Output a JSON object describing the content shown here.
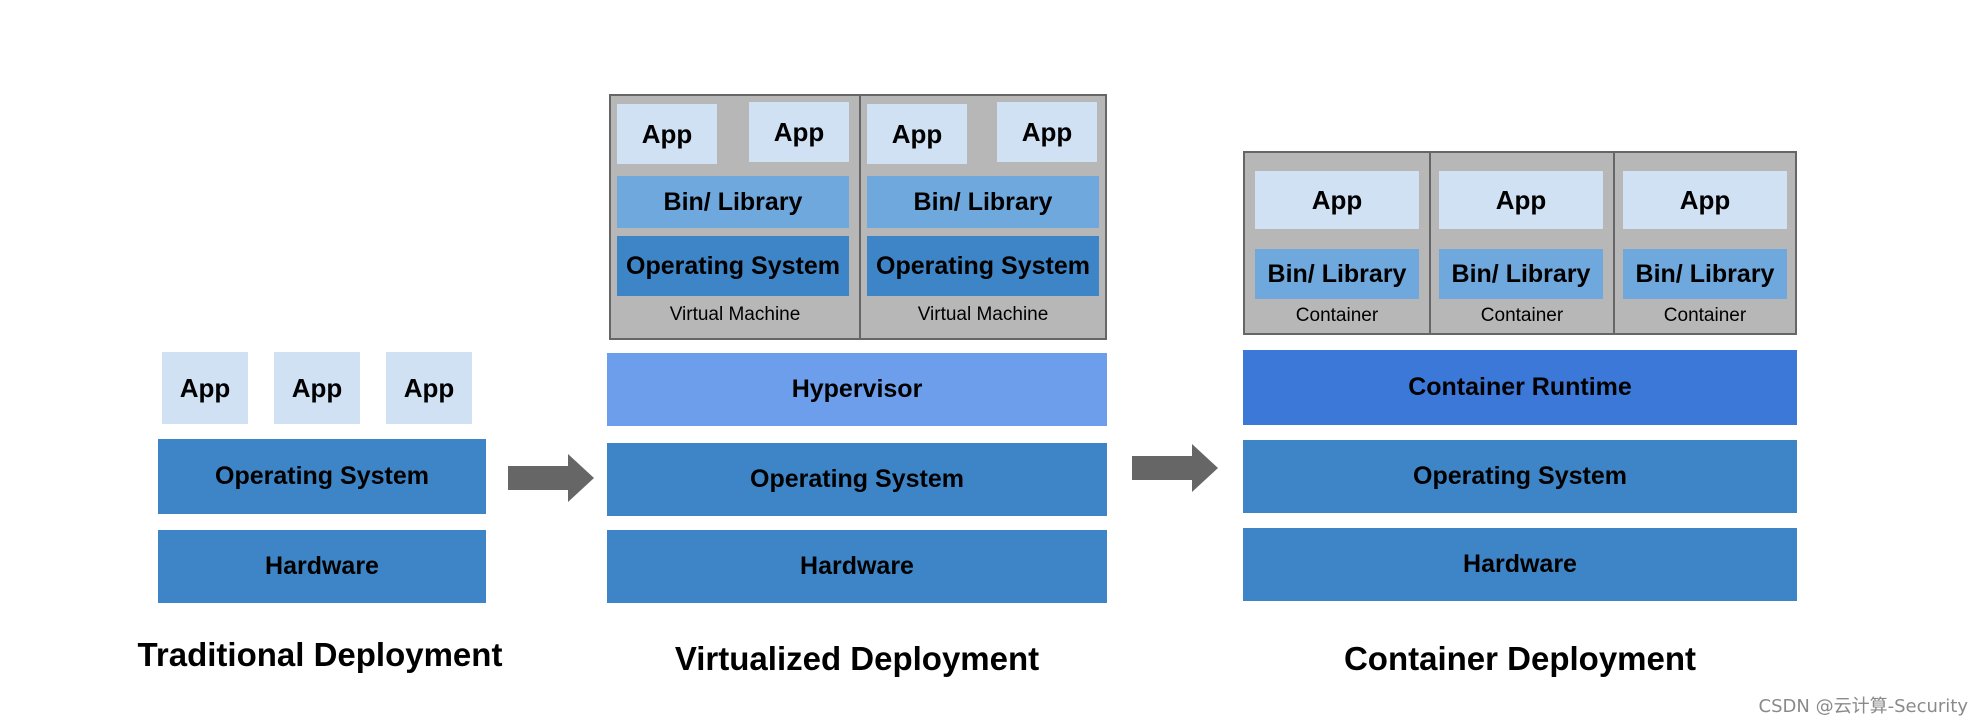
{
  "traditional": {
    "apps": [
      "App",
      "App",
      "App"
    ],
    "os": "Operating System",
    "hardware": "Hardware",
    "title": "Traditional Deployment"
  },
  "virtualized": {
    "vms": [
      {
        "apps": [
          "App",
          "App"
        ],
        "lib": "Bin/ Library",
        "os": "Operating System",
        "label": "Virtual Machine"
      },
      {
        "apps": [
          "App",
          "App"
        ],
        "lib": "Bin/ Library",
        "os": "Operating System",
        "label": "Virtual Machine"
      }
    ],
    "hypervisor": "Hypervisor",
    "os": "Operating System",
    "hardware": "Hardware",
    "title": "Virtualized Deployment"
  },
  "container": {
    "containers": [
      {
        "app": "App",
        "lib": "Bin/ Library",
        "label": "Container"
      },
      {
        "app": "App",
        "lib": "Bin/ Library",
        "label": "Container"
      },
      {
        "app": "App",
        "lib": "Bin/ Library",
        "label": "Container"
      }
    ],
    "runtime": "Container Runtime",
    "os": "Operating System",
    "hardware": "Hardware",
    "title": "Container Deployment"
  },
  "watermark": "CSDN @云计算-Security",
  "colors": {
    "app": "#cfe1f3",
    "library": "#6fa8dc",
    "os": "#3d85c6",
    "hypervisor": "#6d9eeb",
    "runtime": "#3c78d8",
    "frame": "#b7b7b7",
    "arrow": "#666666"
  }
}
